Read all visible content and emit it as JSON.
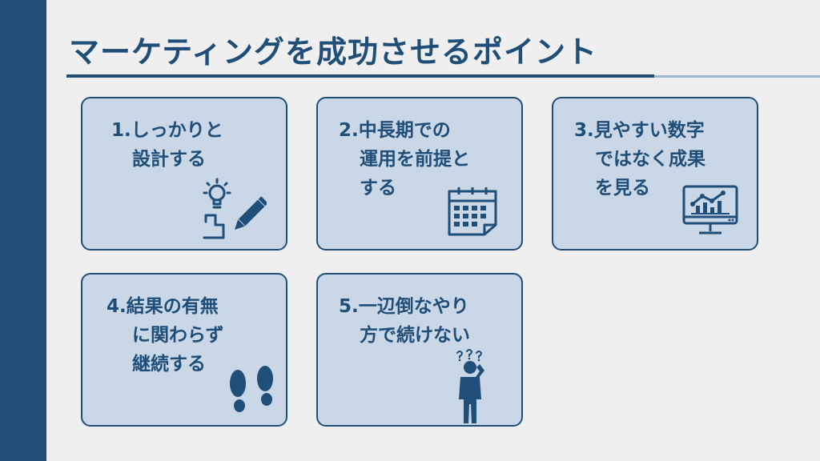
{
  "slide": {
    "title": "マーケティングを成功させるポイント",
    "colors": {
      "accent": "#1f4e78",
      "accent_light": "#9fb7cf",
      "card_fill": "#c9d7e6",
      "background": "#efefef"
    },
    "cards": [
      {
        "lines": [
          "1.しっかりと",
          "設計する"
        ],
        "icon": "lightbulb-pencil-icon"
      },
      {
        "lines": [
          "2.中長期での",
          "運用を前提と",
          "する"
        ],
        "icon": "calendar-icon"
      },
      {
        "lines": [
          "3.見やすい数字",
          "ではなく成果",
          "を見る"
        ],
        "icon": "monitor-chart-icon"
      },
      {
        "lines": [
          "4.結果の有無",
          "に関わらず",
          "継続する"
        ],
        "icon": "footprints-icon"
      },
      {
        "lines": [
          "5.一辺倒なやり",
          "方で続けない"
        ],
        "icon": "confused-person-icon"
      }
    ]
  }
}
